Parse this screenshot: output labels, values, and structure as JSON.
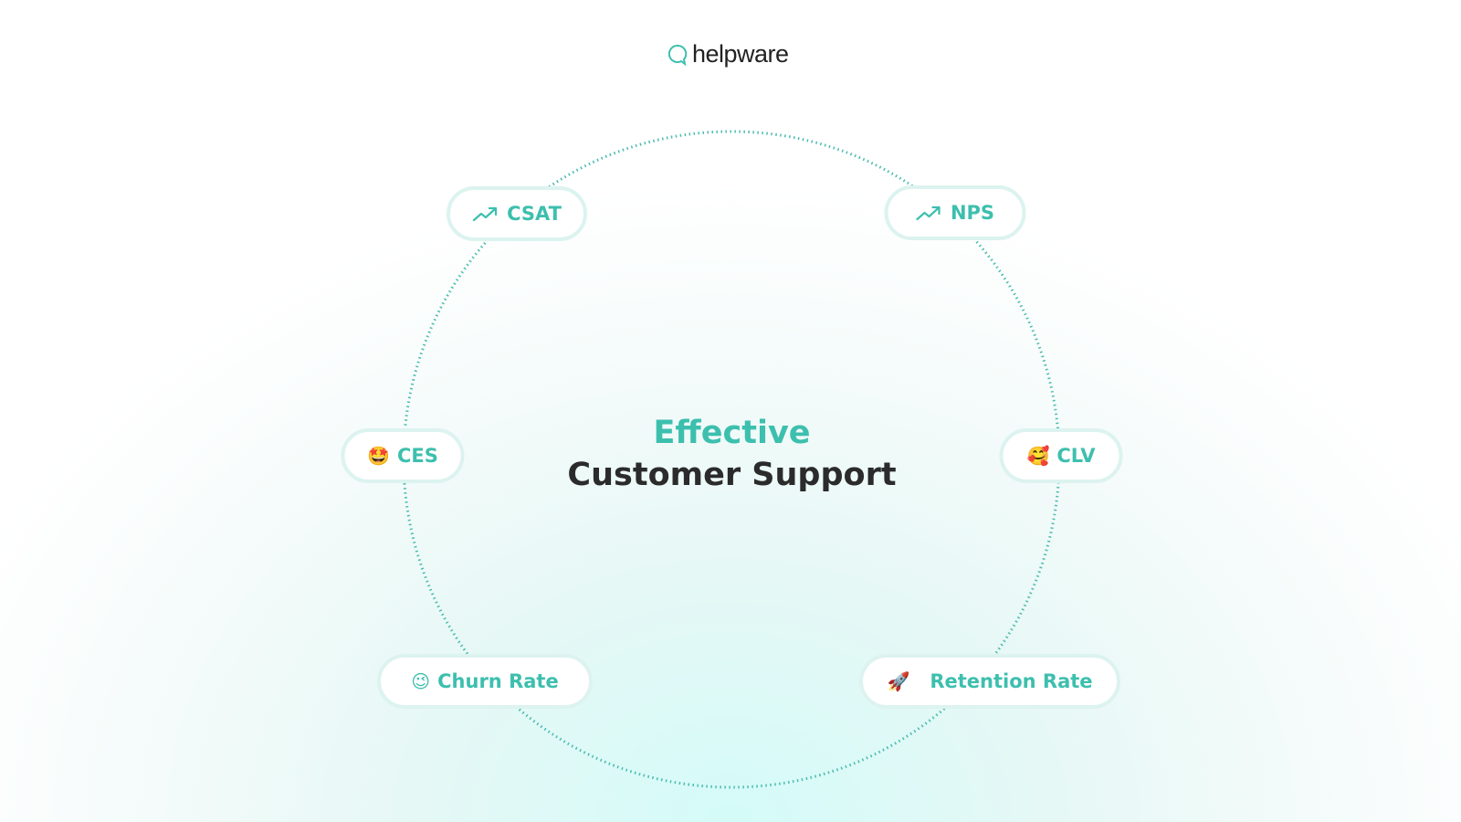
{
  "logo": {
    "text": "helpware"
  },
  "center": {
    "line1": "Effective",
    "line2": "Customer Support"
  },
  "metrics": [
    {
      "label": "CSAT",
      "icon": "trend-up-icon"
    },
    {
      "label": "NPS",
      "icon": "trend-up-icon"
    },
    {
      "label": "CES",
      "icon": "star-struck-emoji",
      "emoji": "🤩"
    },
    {
      "label": "CLV",
      "icon": "smiling-hearts-emoji",
      "emoji": "🥰"
    },
    {
      "label": "Churn Rate",
      "icon": "winking-emoji",
      "emoji": "😉"
    },
    {
      "label": "Retention Rate",
      "icon": "rocket-emoji",
      "emoji": "🚀"
    }
  ],
  "colors": {
    "accent": "#3dbfae",
    "dark": "#2b2b2b"
  }
}
